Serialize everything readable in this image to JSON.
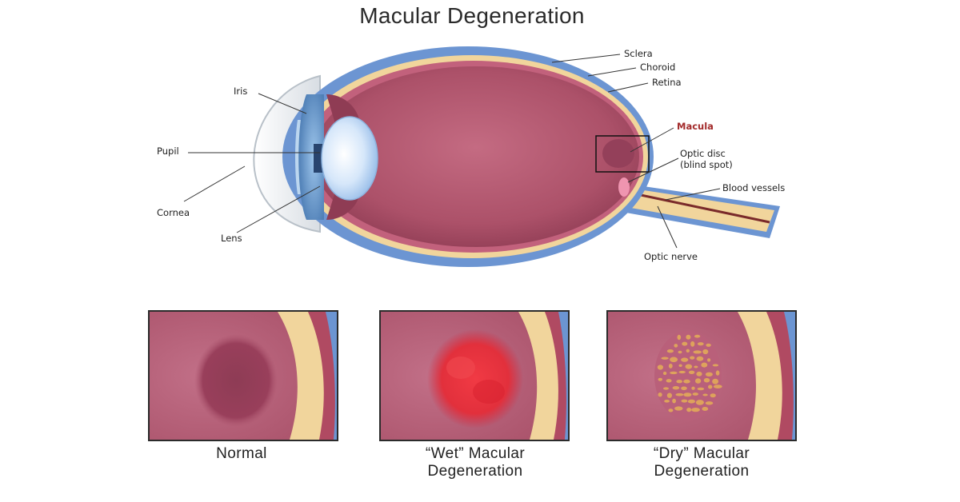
{
  "title": "Macular Degeneration",
  "labels": {
    "sclera": "Sclera",
    "choroid": "Choroid",
    "retina": "Retina",
    "iris": "Iris",
    "pupil": "Pupil",
    "cornea": "Cornea",
    "lens": "Lens",
    "macula": "Macula",
    "optic_disc_1": "Optic disc",
    "optic_disc_2": "(blind spot)",
    "blood_vessels": "Blood vessels",
    "optic_nerve": "Optic nerve"
  },
  "panels": [
    {
      "caption_line1": "Normal",
      "caption_line2": ""
    },
    {
      "caption_line1": "“Wet” Macular",
      "caption_line2": "Degeneration"
    },
    {
      "caption_line1": "“Dry” Macular",
      "caption_line2": "Degeneration"
    }
  ],
  "colors": {
    "eyeball": "#a84f66",
    "sclera": "#6c95d2",
    "choroid": "#f1d59c",
    "macula_label": "#a32b2b",
    "wet_spot": "#e8313b",
    "dry_deposits": "#dea25c"
  }
}
